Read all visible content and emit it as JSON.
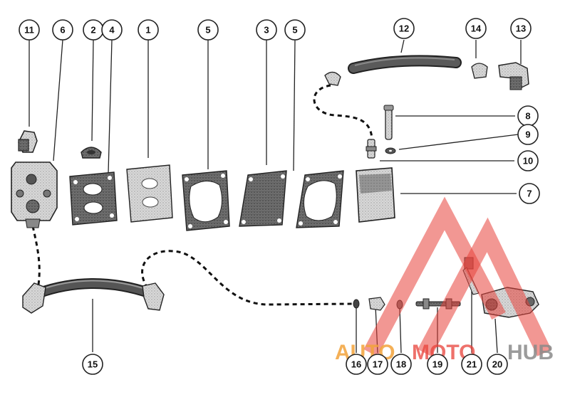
{
  "callouts": [
    {
      "id": "c11",
      "label": "11"
    },
    {
      "id": "c6",
      "label": "6"
    },
    {
      "id": "c2",
      "label": "2"
    },
    {
      "id": "c4",
      "label": "4"
    },
    {
      "id": "c1",
      "label": "1"
    },
    {
      "id": "c5a",
      "label": "5"
    },
    {
      "id": "c3",
      "label": "3"
    },
    {
      "id": "c5b",
      "label": "5"
    },
    {
      "id": "c12",
      "label": "12"
    },
    {
      "id": "c14",
      "label": "14"
    },
    {
      "id": "c13",
      "label": "13"
    },
    {
      "id": "c8",
      "label": "8"
    },
    {
      "id": "c9",
      "label": "9"
    },
    {
      "id": "c10",
      "label": "10"
    },
    {
      "id": "c7",
      "label": "7"
    },
    {
      "id": "c15",
      "label": "15"
    },
    {
      "id": "c16",
      "label": "16"
    },
    {
      "id": "c17",
      "label": "17"
    },
    {
      "id": "c18",
      "label": "18"
    },
    {
      "id": "c19",
      "label": "19"
    },
    {
      "id": "c21",
      "label": "21"
    },
    {
      "id": "c20",
      "label": "20"
    }
  ],
  "watermark": {
    "part1": "AUTO",
    "part2": "MOTO",
    "part3": "HUB",
    "color_orange": "#f2a23a",
    "color_red": "#e8413a",
    "color_gray": "#8a8a8a"
  }
}
